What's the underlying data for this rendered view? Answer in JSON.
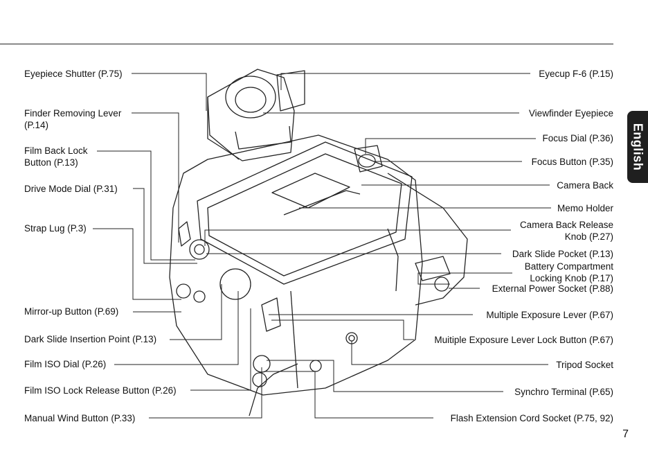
{
  "language_tab": "English",
  "page_number": "7",
  "labels": {
    "eyepiece_shutter": "Eyepiece Shutter (P.75)",
    "finder_removing_lever_1": "Finder Removing Lever",
    "finder_removing_lever_2": "(P.14)",
    "film_back_lock_1": "Film Back Lock",
    "film_back_lock_2": "Button (P.13)",
    "drive_mode_dial": "Drive Mode Dial (P.31)",
    "strap_lug": "Strap Lug (P.3)",
    "mirror_up_button": "Mirror-up Button (P.69)",
    "dark_slide_insertion_point": "Dark Slide Insertion Point (P.13)",
    "film_iso_dial": "Film ISO Dial (P.26)",
    "film_iso_lock_release": "Film ISO Lock Release Button (P.26)",
    "manual_wind_button": "Manual Wind Button (P.33)",
    "eyecup": "Eyecup F-6 (P.15)",
    "viewfinder_eyepiece": "Viewfinder Eyepiece",
    "focus_dial": "Focus Dial (P.36)",
    "focus_button": "Focus Button (P.35)",
    "camera_back": "Camera Back",
    "memo_holder": "Memo Holder",
    "camera_back_release_1": "Camera Back Release",
    "camera_back_release_2": "Knob (P.27)",
    "dark_slide_pocket": "Dark Slide Pocket (P.13)",
    "battery_compartment_1": "Battery Compartment",
    "battery_compartment_2": "Locking Knob (P.17)",
    "external_power_socket": "External Power Socket (P.88)",
    "multiple_exposure_lever": "Multiple Exposure Lever (P.67)",
    "multiple_exposure_lock": "Muitiple Exposure Lever Lock Button (P.67)",
    "tripod_socket": "Tripod Socket",
    "synchro_terminal": "Synchro Terminal (P.65)",
    "flash_extension_cord": "Flash Extension Cord Socket (P.75, 92)"
  }
}
